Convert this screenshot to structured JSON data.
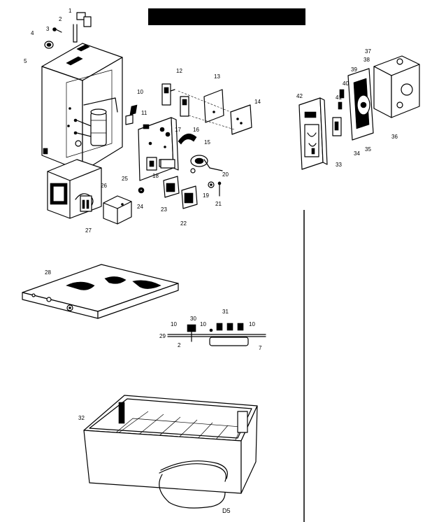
{
  "title_bar": "",
  "diagram_code": "D5",
  "part_labels": [
    {
      "id": "p1",
      "text": "1"
    },
    {
      "id": "p2",
      "text": "2"
    },
    {
      "id": "p3",
      "text": "3"
    },
    {
      "id": "p4",
      "text": "4"
    },
    {
      "id": "p5",
      "text": "5"
    },
    {
      "id": "p10a",
      "text": "10"
    },
    {
      "id": "p11",
      "text": "11"
    },
    {
      "id": "p12",
      "text": "12"
    },
    {
      "id": "p13",
      "text": "13"
    },
    {
      "id": "p14",
      "text": "14"
    },
    {
      "id": "p15",
      "text": "15"
    },
    {
      "id": "p16",
      "text": "16"
    },
    {
      "id": "p17",
      "text": "17"
    },
    {
      "id": "p18",
      "text": "18"
    },
    {
      "id": "p19",
      "text": "19"
    },
    {
      "id": "p20",
      "text": "20"
    },
    {
      "id": "p21",
      "text": "21"
    },
    {
      "id": "p22",
      "text": "22"
    },
    {
      "id": "p23",
      "text": "23"
    },
    {
      "id": "p24",
      "text": "24"
    },
    {
      "id": "p25",
      "text": "25"
    },
    {
      "id": "p26",
      "text": "26"
    },
    {
      "id": "p27",
      "text": "27"
    },
    {
      "id": "p28",
      "text": "28"
    },
    {
      "id": "p29",
      "text": "29"
    },
    {
      "id": "p30",
      "text": "30"
    },
    {
      "id": "p31",
      "text": "31"
    },
    {
      "id": "p32",
      "text": "32"
    },
    {
      "id": "p33",
      "text": "33"
    },
    {
      "id": "p34",
      "text": "34"
    },
    {
      "id": "p35",
      "text": "35"
    },
    {
      "id": "p36",
      "text": "36"
    },
    {
      "id": "p37",
      "text": "37"
    },
    {
      "id": "p38",
      "text": "38"
    },
    {
      "id": "p39",
      "text": "39"
    },
    {
      "id": "p40",
      "text": "40"
    },
    {
      "id": "p41",
      "text": "41"
    },
    {
      "id": "p42",
      "text": "42"
    },
    {
      "id": "p10b",
      "text": "10"
    },
    {
      "id": "p10c",
      "text": "10"
    },
    {
      "id": "p10d",
      "text": "10"
    },
    {
      "id": "p2b",
      "text": "2"
    },
    {
      "id": "p7",
      "text": "7"
    }
  ]
}
